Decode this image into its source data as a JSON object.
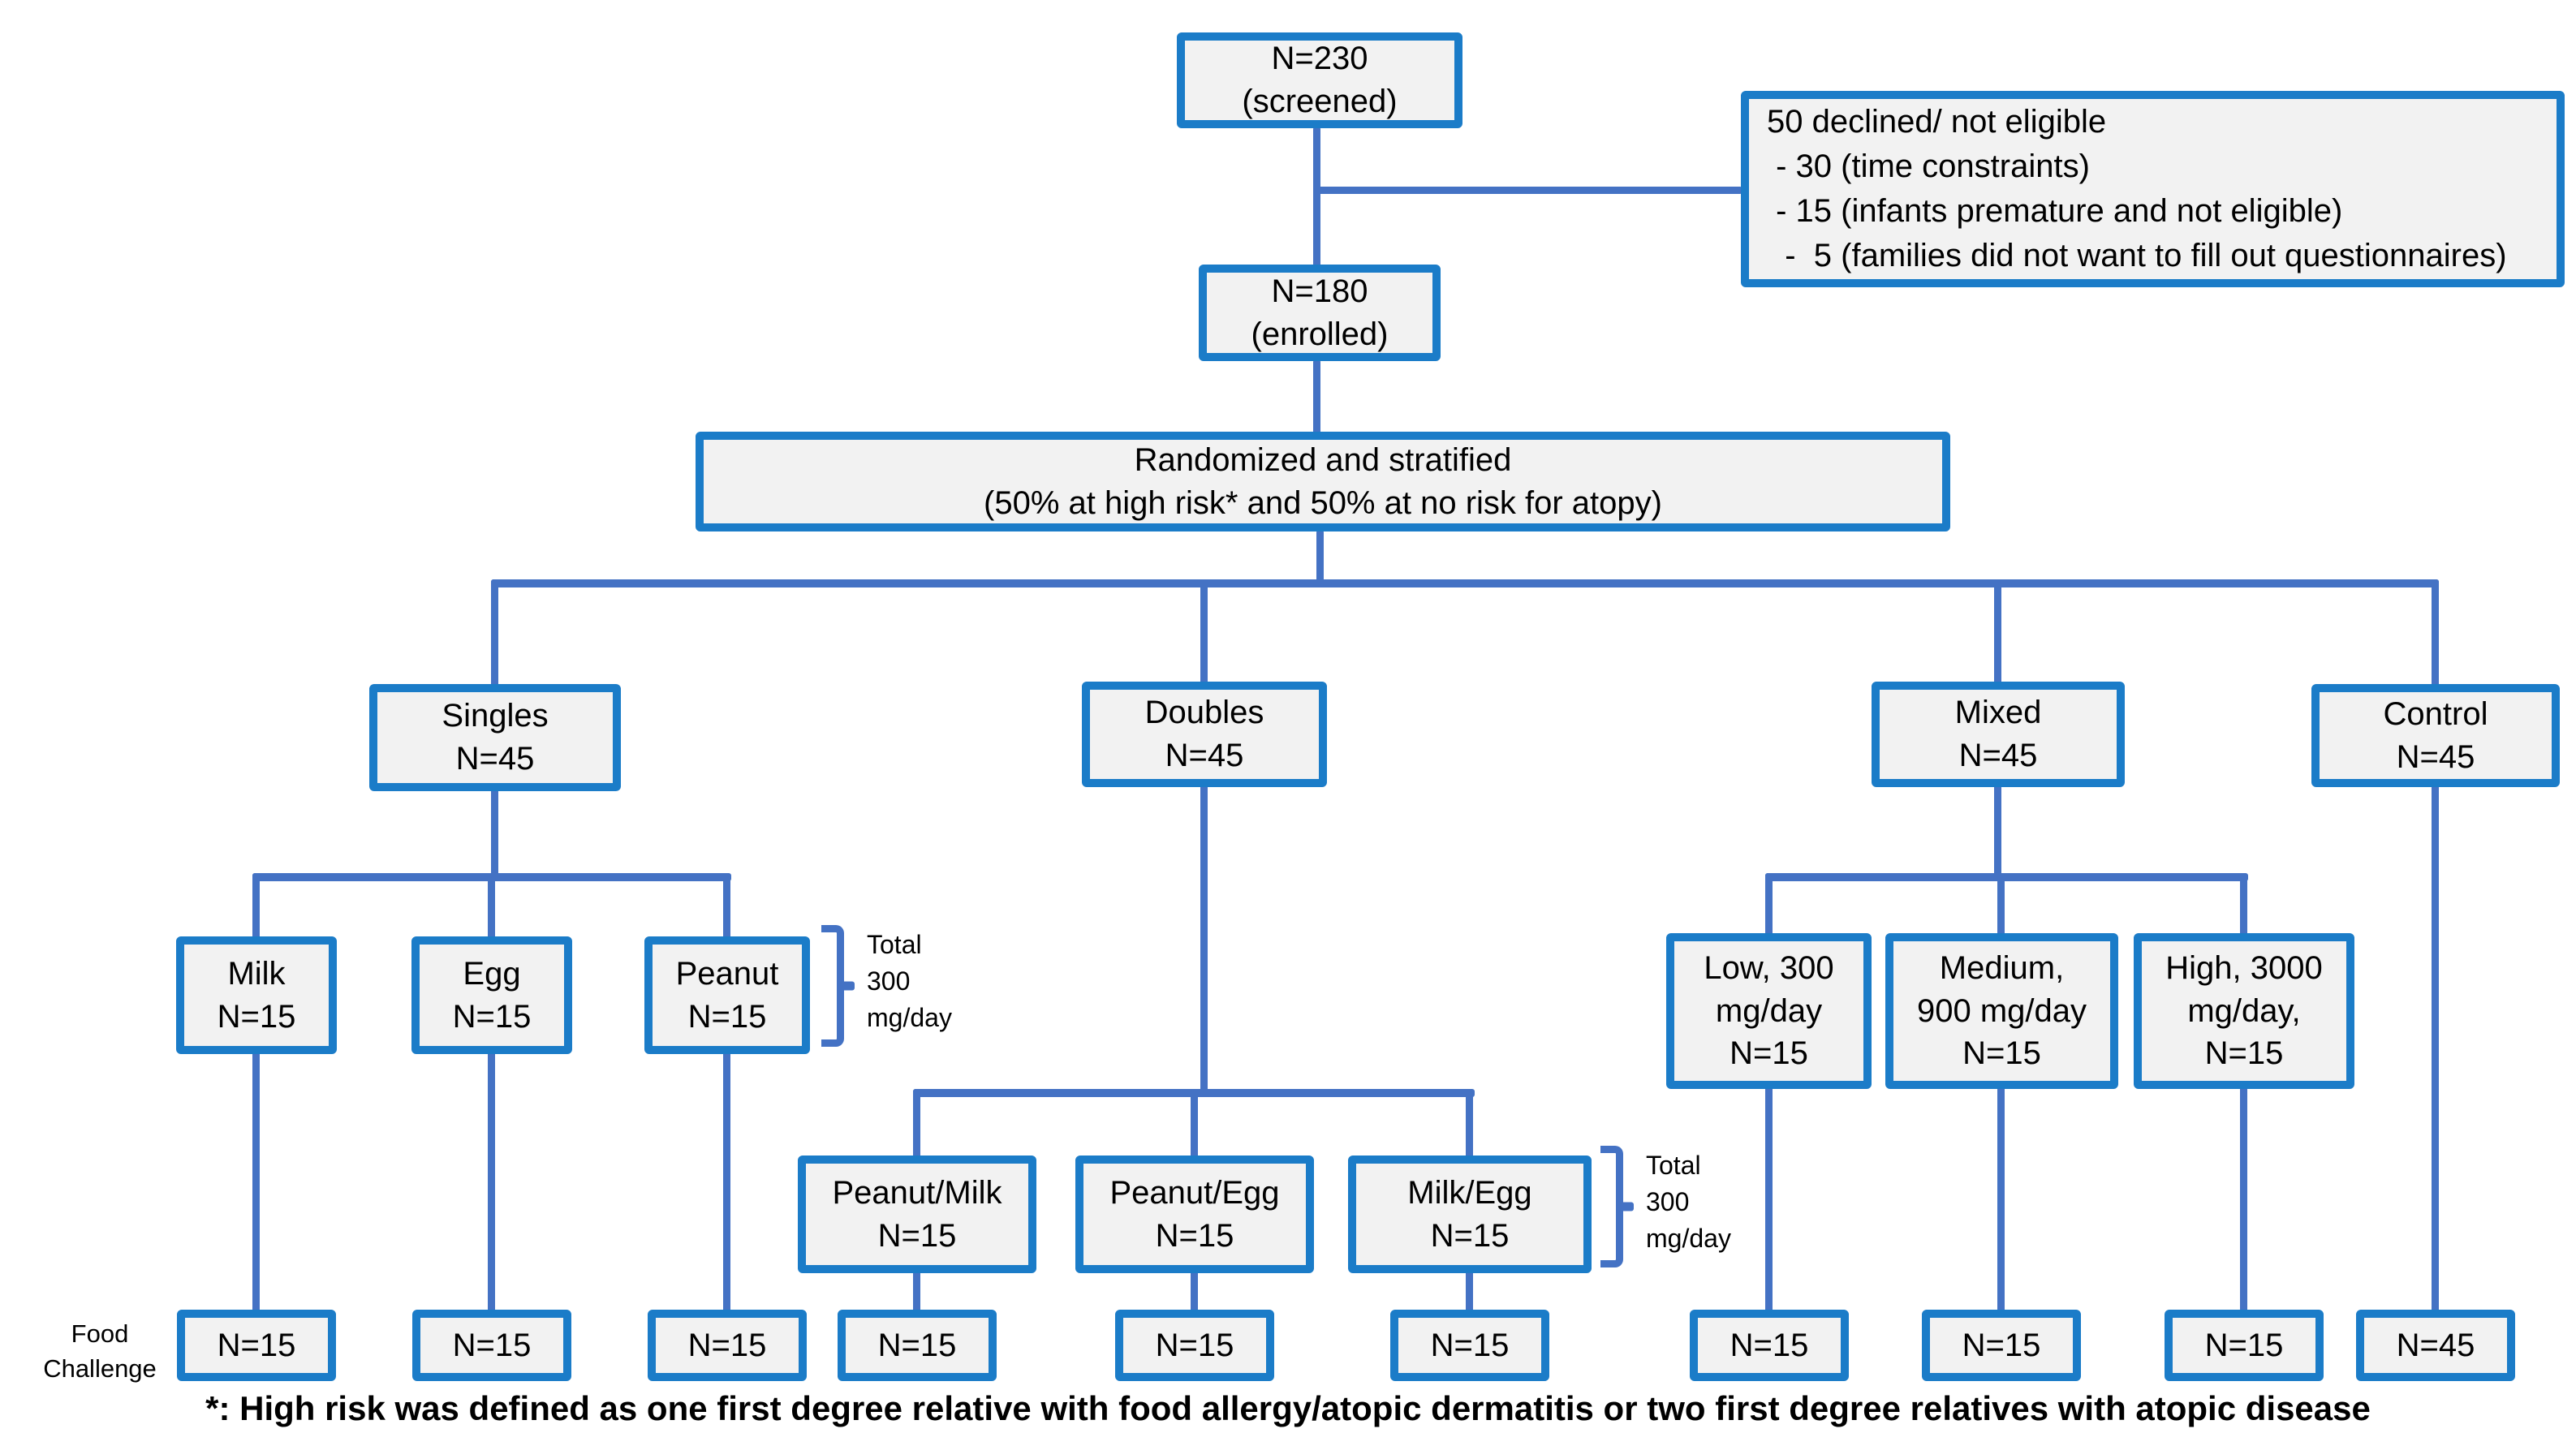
{
  "colors": {
    "box_border": "#1b7cc8",
    "connector": "#4472c4",
    "box_fill": "#f2f2f2",
    "text": "#000000"
  },
  "top": {
    "screened": "N=230\n(screened)",
    "declined": "50 declined/ not eligible\n - 30 (time constraints)\n - 15 (infants premature and not eligible)\n  -  5 (families did not want to fill out questionnaires)",
    "enrolled": "N=180\n(enrolled)",
    "randomized": "Randomized and stratified\n(50% at high risk* and 50% at no risk for atopy)"
  },
  "arms": [
    "Singles\nN=45",
    "Doubles\nN=45",
    "Mixed\nN=45",
    "Control\nN=45"
  ],
  "singles_sub": [
    "Milk\nN=15",
    "Egg\nN=15",
    "Peanut\nN=15"
  ],
  "doubles_sub": [
    "Peanut/Milk\nN=15",
    "Peanut/Egg\nN=15",
    "Milk/Egg\nN=15"
  ],
  "mixed_sub": [
    "Low, 300\nmg/day\nN=15",
    "Medium,\n900 mg/day\nN=15",
    "High, 3000\nmg/day,\nN=15"
  ],
  "total_note": "Total\n300\nmg/day",
  "food_challenge_label": "Food\nChallenge",
  "food_challenge": [
    "N=15",
    "N=15",
    "N=15",
    "N=15",
    "N=15",
    "N=15",
    "N=15",
    "N=15",
    "N=15",
    "N=45"
  ],
  "footnote": "*: High risk was defined as one first degree relative with food allergy/atopic dermatitis or two first degree relatives with atopic disease"
}
